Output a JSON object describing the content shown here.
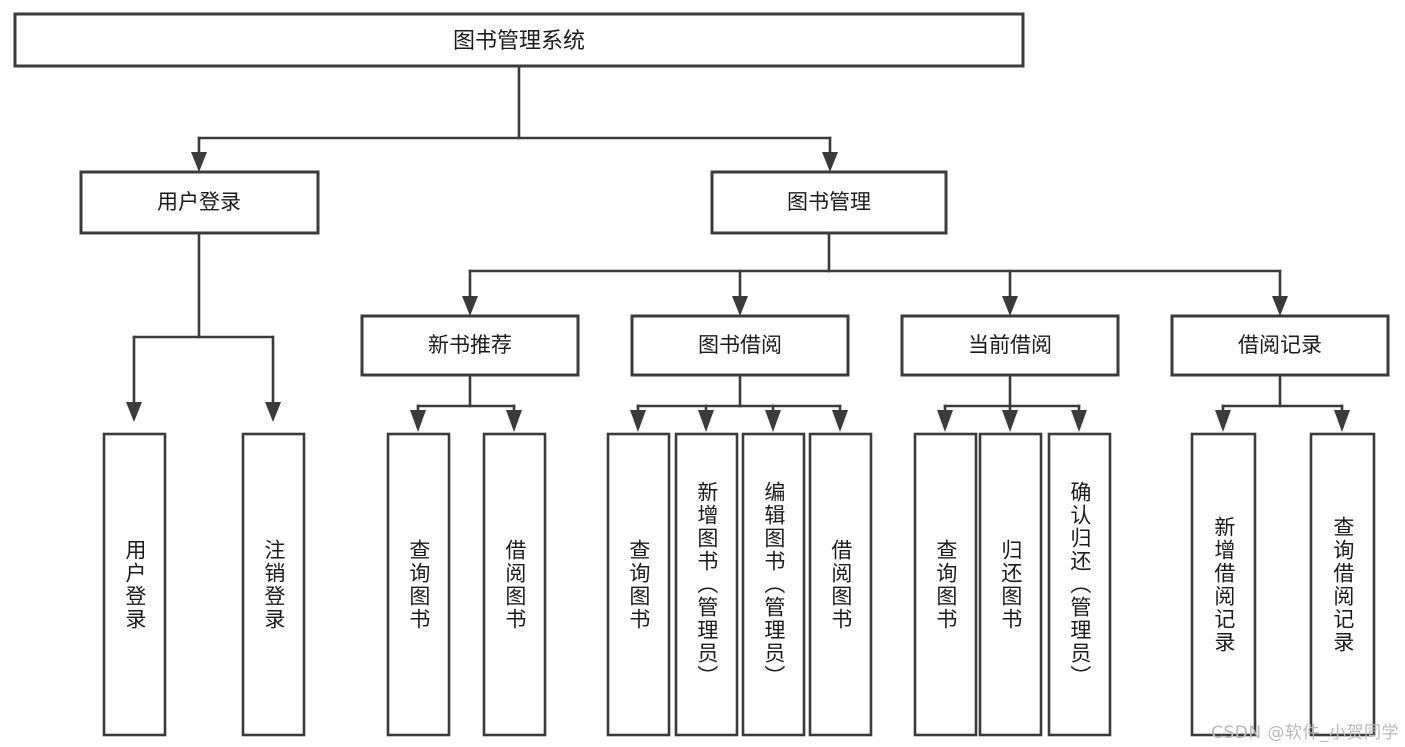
{
  "diagram": {
    "title": "图书管理系统",
    "type": "tree-hierarchy-diagram",
    "colors": {
      "box_stroke": "#3b3b3b",
      "box_fill": "#ffffff",
      "text": "#1b1b1b",
      "background": "#ffffff",
      "watermark": "#b9b9b9"
    },
    "root": {
      "label": "图书管理系统",
      "orientation": "horizontal"
    },
    "level2": [
      {
        "label": "用户登录",
        "orientation": "horizontal"
      },
      {
        "label": "图书管理",
        "orientation": "horizontal"
      }
    ],
    "level3": [
      {
        "label": "新书推荐",
        "orientation": "horizontal"
      },
      {
        "label": "图书借阅",
        "orientation": "horizontal"
      },
      {
        "label": "当前借阅",
        "orientation": "horizontal"
      },
      {
        "label": "借阅记录",
        "orientation": "horizontal"
      }
    ],
    "leaves": {
      "user_login": [
        {
          "label": "用户登录",
          "orientation": "vertical"
        },
        {
          "label": "注销登录",
          "orientation": "vertical"
        }
      ],
      "new_book_recommend": [
        {
          "label": "查询图书",
          "orientation": "vertical"
        },
        {
          "label": "借阅图书",
          "orientation": "vertical"
        }
      ],
      "book_borrow": [
        {
          "label": "查询图书",
          "orientation": "vertical"
        },
        {
          "label": "新增图书（管理员）",
          "orientation": "vertical"
        },
        {
          "label": "编辑图书（管理员）",
          "orientation": "vertical"
        },
        {
          "label": "借阅图书",
          "orientation": "vertical"
        }
      ],
      "current_borrow": [
        {
          "label": "查询图书",
          "orientation": "vertical"
        },
        {
          "label": "归还图书",
          "orientation": "vertical"
        },
        {
          "label": "确认归还（管理员）",
          "orientation": "vertical"
        }
      ],
      "borrow_record": [
        {
          "label": "新增借阅记录",
          "orientation": "vertical"
        },
        {
          "label": "查询借阅记录",
          "orientation": "vertical"
        }
      ]
    }
  },
  "watermark": {
    "text": "CSDN @软件_小贺同学"
  }
}
